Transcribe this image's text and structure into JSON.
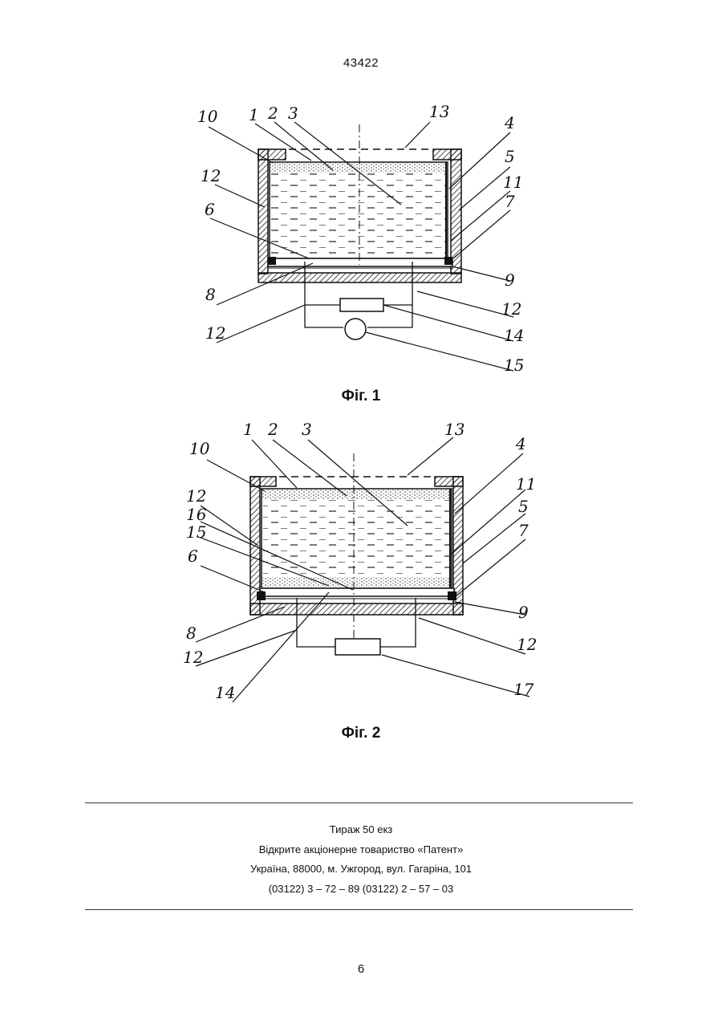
{
  "header": {
    "doc_number": "43422"
  },
  "figure1": {
    "caption": "Фіг. 1",
    "labels": {
      "l10": "10",
      "l1": "1",
      "l2": "2",
      "l3": "3",
      "l13": "13",
      "l4": "4",
      "l12a": "12",
      "l5": "5",
      "l11": "11",
      "l6": "6",
      "l7": "7",
      "l9": "9",
      "l8": "8",
      "l12b": "12",
      "l12c": "12",
      "l14": "14",
      "l15": "15"
    }
  },
  "figure2": {
    "caption": "Фіг. 2",
    "labels": {
      "l1": "1",
      "l2": "2",
      "l3": "3",
      "l13": "13",
      "l10": "10",
      "l4": "4",
      "l12a": "12",
      "l11": "11",
      "l16": "16",
      "l5": "5",
      "l15": "15",
      "l7": "7",
      "l6": "6",
      "l9": "9",
      "l8": "8",
      "l12b": "12",
      "l12c": "12",
      "l14": "14",
      "l17": "17"
    }
  },
  "imprint": {
    "line1": "Тираж 50 екз",
    "line2": "Відкрите акціонерне товариство «Патент»",
    "line3": "Україна, 88000, м. Ужгород, вул. Гагаріна, 101",
    "line4": "(03122) 3 – 72 – 89   (03122) 2 – 57 – 03"
  },
  "footer": {
    "page_number": "6"
  }
}
